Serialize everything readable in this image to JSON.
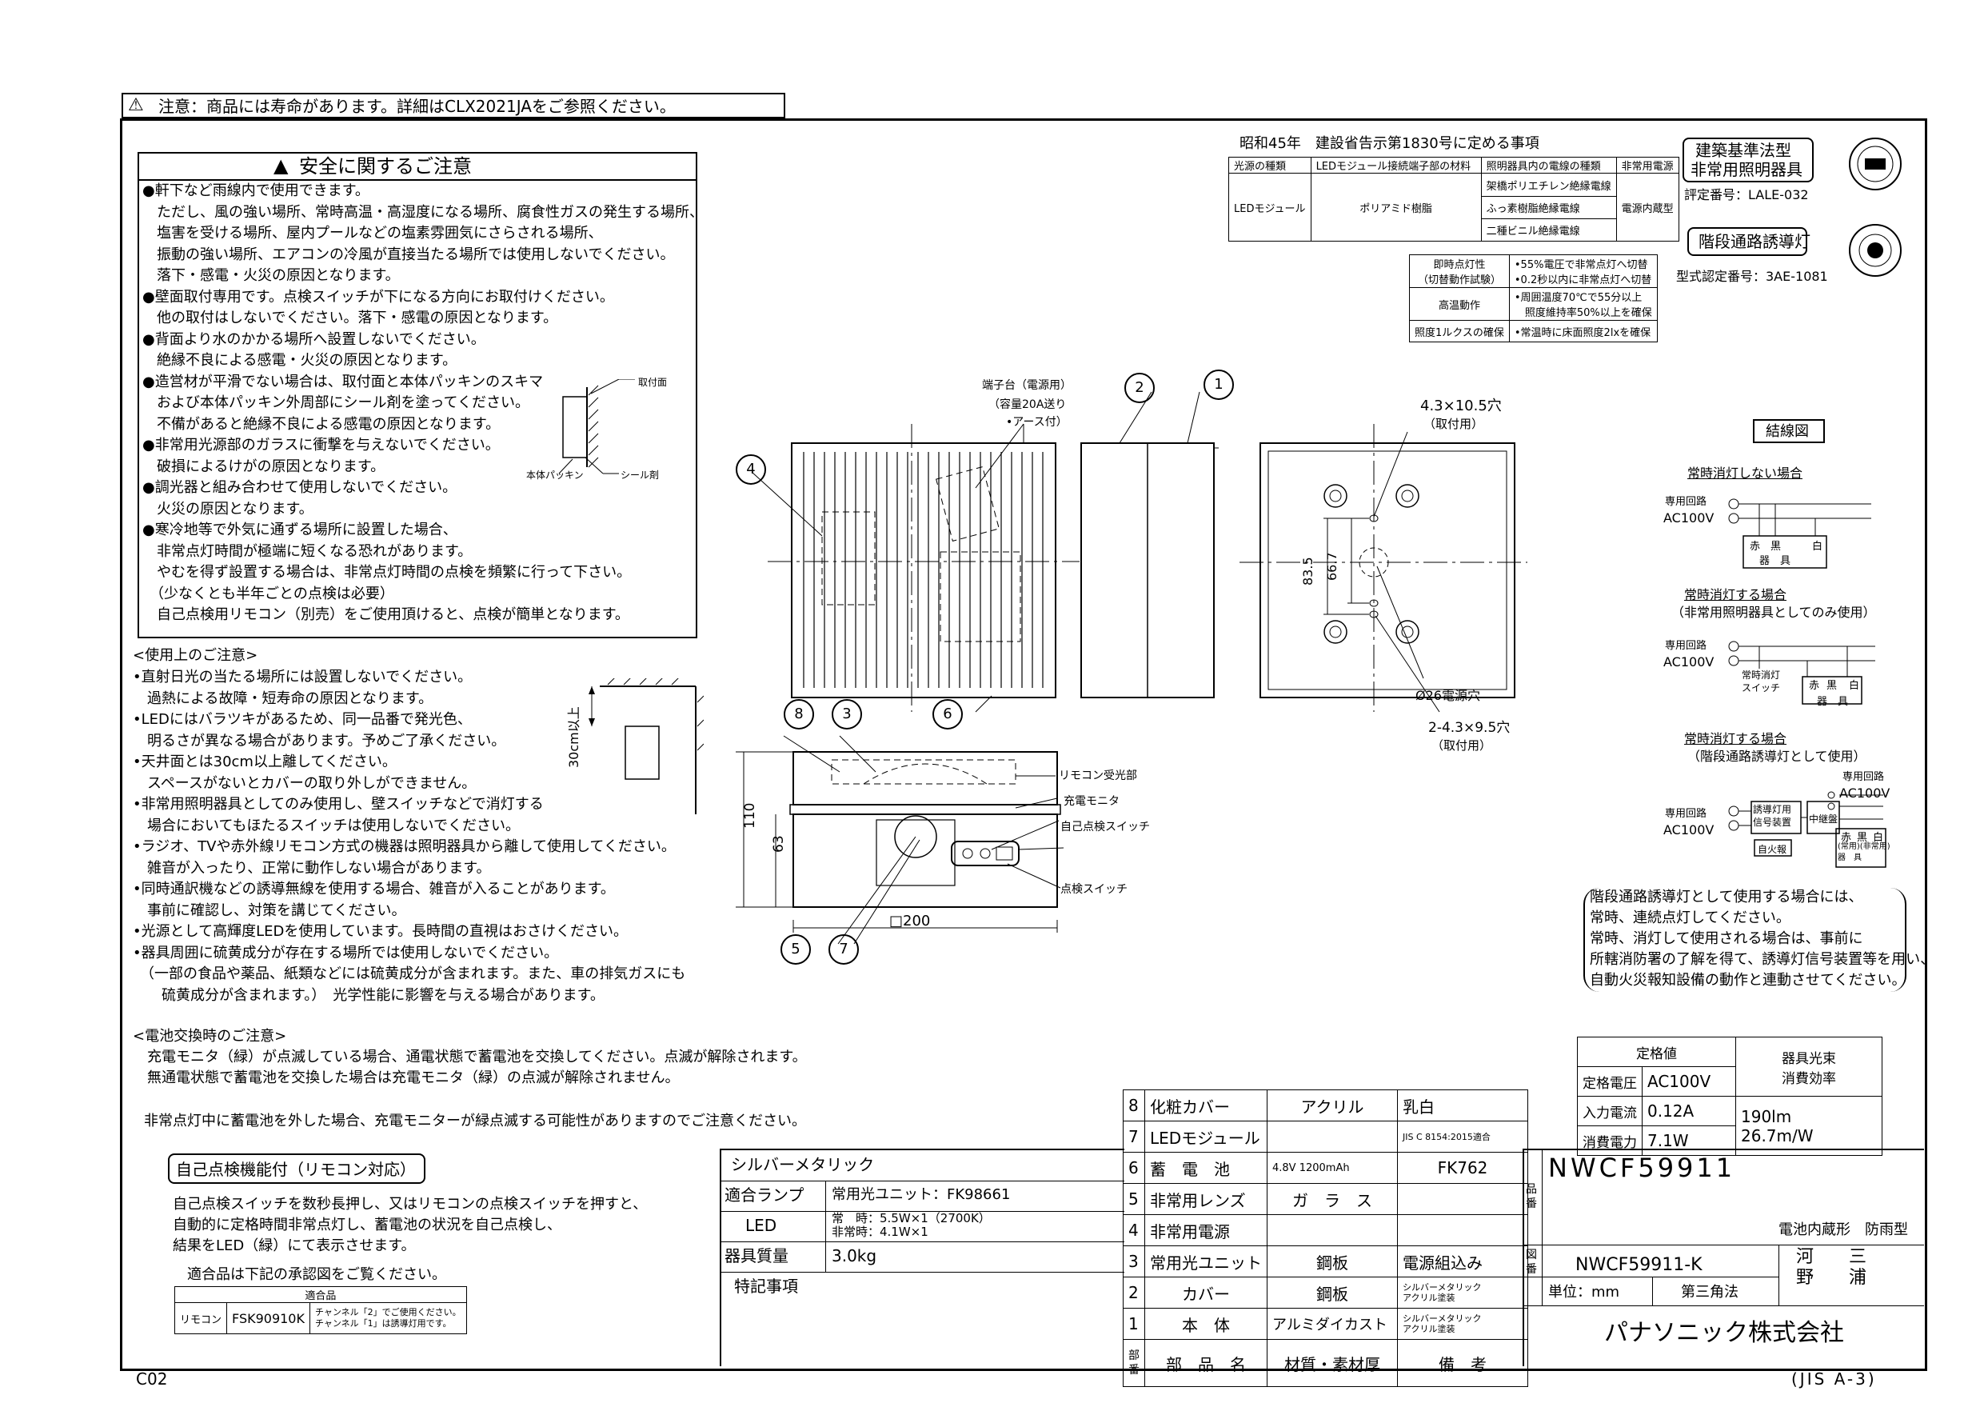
{
  "header_notice": "注意：商品には寿命があります。詳細はCLX2021JAをご参照ください。",
  "safety": {
    "title": "安全に関するご注意",
    "lines": [
      "●軒下など雨線内で使用できます。",
      "　ただし、風の強い場所、常時高温・高湿度になる場所、腐食性ガスの発生する場所、",
      "　塩害を受ける場所、屋内プールなどの塩素雰囲気にさらされる場所、",
      "　振動の強い場所、エアコンの冷風が直接当たる場所では使用しないでください。",
      "　落下・感電・火災の原因となります。",
      "●壁面取付専用です。点検スイッチが下になる方向にお取付けください。",
      "　他の取付はしないでください。落下・感電の原因となります。",
      "●背面より水のかかる場所へ設置しないでください。",
      "　絶縁不良による感電・火災の原因となります。",
      "●造営材が平滑でない場合は、取付面と本体パッキンのスキマ",
      "　および本体パッキン外周部にシール剤を塗ってください。",
      "　不備があると絶縁不良による感電の原因となります。",
      "●非常用光源部のガラスに衝撃を与えないでください。",
      "　破損によるけがの原因となります。",
      "●調光器と組み合わせて使用しないでください。",
      "　火災の原因となります。",
      "●寒冷地等で外気に通ずる場所に設置した場合、",
      "　非常点灯時間が極端に短くなる恐れがあります。",
      "　やむを得ず設置する場合は、非常点灯時間の点検を頻繁に行って下さい。",
      "　（少なくとも半年ごとの点検は必要）",
      "　自己点検用リモコン（別売）をご使用頂けると、点検が簡単となります。"
    ],
    "fig_labels": {
      "mount": "取付面",
      "packing": "本体パッキン",
      "seal": "シール剤"
    }
  },
  "usage": {
    "title": "<使用上のご注意>",
    "lines": [
      "•直射日光の当たる場所には設置しないでください。",
      "　過熱による故障・短寿命の原因となります。",
      "•LEDにはバラツキがあるため、同一品番で発光色、",
      "　明るさが異なる場合があります。予めご了承ください。",
      "•天井面とは30cm以上離してください。",
      "　スペースがないとカバーの取り外しができません。",
      "•非常用照明器具としてのみ使用し、壁スイッチなどで消灯する",
      "　場合においてもほたるスイッチは使用しないでください。",
      "•ラジオ、TVや赤外線リモコン方式の機器は照明器具から離して使用してください。",
      "　雑音が入ったり、正常に動作しない場合があります。",
      "•同時通訳機などの誘導無線を使用する場合、雑音が入ることがあります。",
      "　事前に確認し、対策を講じてください。",
      "•光源として高輝度LEDを使用しています。長時間の直視はおさけください。",
      "•器具周囲に硫黄成分が存在する場所では使用しないでください。",
      "　（一部の食品や薬品、紙類などには硫黄成分が含まれます。また、車の排気ガスにも",
      "　　硫黄成分が含まれます。）　光学性能に影響を与える場合があります。"
    ],
    "fig_label": "30cm以上"
  },
  "battery": {
    "title": "<電池交換時のご注意>",
    "lines": [
      "　充電モニタ（緑）が点滅している場合、通電状態で蓄電池を交換してください。点滅が解除されます。",
      "　無通電状態で蓄電池を交換した場合は充電モニタ（緑）の点滅が解除されません。"
    ],
    "note": "非常点灯中に蓄電池を外した場合、充電モニターが緑点滅する可能性がありますのでご注意ください。"
  },
  "self_check": {
    "title": "自己点検機能付（リモコン対応）",
    "lines": [
      "自己点検スイッチを数秒長押し、又はリモコンの点検スイッチを押すと、",
      "自動的に定格時間非常点灯し、蓄電池の状況を自己点検し、",
      "結果をLED（緑）にて表示させます。"
    ],
    "approval_note": "適合品は下記の承認図をご覧ください。",
    "table_header": "適合品",
    "row_label": "リモコン",
    "row_model": "FSK90910K",
    "row_note1": "チャンネル「2」でご使用ください。",
    "row_note2": "チャンネル「1」は誘導灯用です。"
  },
  "regulation": {
    "title": "昭和45年　建設省告示第1830号に定める事項",
    "headers": [
      "光源の種類",
      "LEDモジュール接続端子部の材料",
      "照明器具内の電線の種類",
      "非常用電源"
    ],
    "light_source": "LEDモジュール",
    "terminal_material": "ポリアミド樹脂",
    "wires": [
      "架橋ポリエチレン絶縁電線",
      "ふっ素樹脂絶縁電線",
      "二種ビニル絶縁電線"
    ],
    "power": "電源内蔵型",
    "perf": [
      {
        "label": "即時点灯性\n（切替動作試験）",
        "value": "•55%電圧で非常点灯へ切替\n•0.2秒以内に非常点灯へ切替"
      },
      {
        "label": "高温動作",
        "value": "•周囲温度70℃で55分以上\n　照度維持率50%以上を確保"
      },
      {
        "label": "照度1ルクスの確保",
        "value": "•常温時に床面照度2lxを確保"
      }
    ]
  },
  "certs": {
    "emergency_title1": "建築基準法型",
    "emergency_title2": "非常用照明器具",
    "emergency_no": "評定番号：LALE-032",
    "stair_title": "階段通路誘導灯",
    "stair_no": "型式認定番号：3AE-1081"
  },
  "drawing": {
    "terminal_label": "端子台（電源用）",
    "terminal_sub1": "（容量20A送り",
    "terminal_sub2": "　•アース付）",
    "hole1": "4.3×10.5穴",
    "hole1_sub": "（取付用）",
    "hole2": "2-4.3×9.5穴",
    "hole2_sub": "（取付用）",
    "knockout": "Ø26電源穴",
    "dim_83": "83.5",
    "dim_66": "66.7",
    "dim_110": "110",
    "dim_63": "63",
    "dim_200": "□200",
    "remote_receiver": "リモコン受光部",
    "charge_monitor": "充電モニタ",
    "self_check_switch": "自己点検スイッチ",
    "check_switch": "点検スイッチ",
    "balloons": [
      "1",
      "2",
      "3",
      "4",
      "5",
      "6",
      "7",
      "8"
    ]
  },
  "wiring": {
    "title": "結線図",
    "case1": "常時消灯しない場合",
    "case2": "常時消灯する場合",
    "case2_sub": "（非常用照明器具としてのみ使用）",
    "case3": "常時消灯する場合",
    "case3_sub": "（階段通路誘導灯として使用）",
    "circuit": "専用回路",
    "ac": "AC100V",
    "red": "赤",
    "black": "黒",
    "white": "白",
    "fixture": "器　具",
    "switch": "常時消灯\nスイッチ",
    "relay": "中継盤",
    "signal": "誘導灯用\n信号装置",
    "fire": "自火報",
    "fixture2": "(常用)(非常用)\n器　具",
    "stair_note": [
      "階段通路誘導灯として使用する場合には、",
      "常時、連続点灯してください。",
      "常時、消灯して使用される場合は、事前に",
      "所轄消防署の了解を得て、誘導灯信号装置等を用い、",
      "自動火災報知設備の動作と連動させてください。"
    ]
  },
  "ratings": {
    "title": "定格値",
    "flux_header": "器具光束\n消費効率",
    "voltage_label": "定格電圧",
    "voltage": "AC100V",
    "current_label": "入力電流",
    "current": "0.12A",
    "power_label": "消費電力",
    "power": "7.1W",
    "flux": "190lm",
    "efficacy": "26.7m/W"
  },
  "spec": {
    "finish": "シルバーメタリック",
    "lamp_label": "適合ランプ",
    "lamp": "常用光ユニット：FK98661",
    "led_label": "LED",
    "led_line1": "常　時：5.5W×1（2700K）",
    "led_line2": "非常時：4.1W×1",
    "mass_label": "器具質量",
    "mass": "3.0kg",
    "notes_label": "特記事項"
  },
  "bom": [
    {
      "no": "8",
      "name": "化粧カバー",
      "material": "アクリル",
      "remark": "乳白"
    },
    {
      "no": "7",
      "name": "LEDモジュール",
      "material": "",
      "remark": "JIS C 8154:2015適合"
    },
    {
      "no": "6",
      "name": "蓄　電　池",
      "material": "4.8V 1200mAh",
      "remark": "FK762"
    },
    {
      "no": "5",
      "name": "非常用レンズ",
      "material": "ガ　ラ　ス",
      "remark": ""
    },
    {
      "no": "4",
      "name": "非常用電源",
      "material": "",
      "remark": ""
    },
    {
      "no": "3",
      "name": "常用光ユニット",
      "material": "鋼板",
      "remark": "電源組込み"
    },
    {
      "no": "2",
      "name": "カバー",
      "material": "鋼板",
      "remark": "シルバーメタリック\nアクリル塗装"
    },
    {
      "no": "1",
      "name": "本　体",
      "material": "アルミダイカスト",
      "remark": "シルバーメタリック\nアクリル塗装"
    }
  ],
  "bom_header": {
    "no": "部番",
    "name": "部　品　名",
    "material": "材質・素材厚",
    "remark": "備　考"
  },
  "title_block": {
    "model_label": "品番",
    "model": "NWCF59911",
    "type": "電池内蔵形　防雨型",
    "drawing_label": "図番",
    "drawing_no": "NWCF59911-K",
    "sign1": "河　　三",
    "sign2": "野　　浦",
    "unit": "単位：mm",
    "projection": "第三角法",
    "company": "パナソニック株式会社"
  },
  "footer_left": "C02",
  "footer_right": "(JIS A-3)"
}
